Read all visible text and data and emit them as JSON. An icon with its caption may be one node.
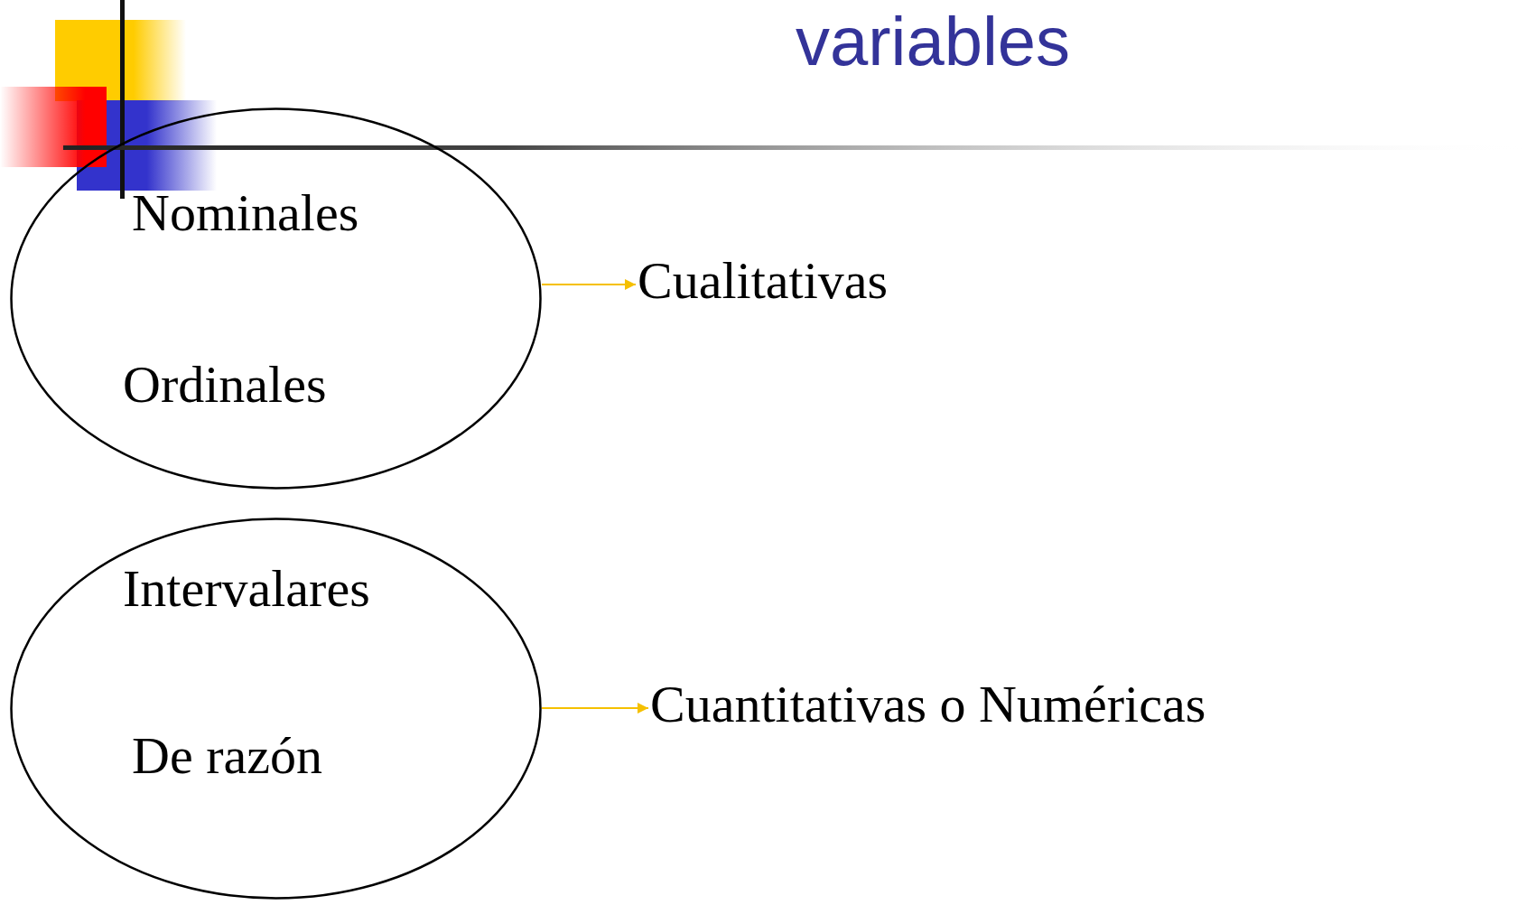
{
  "diagram": {
    "title": "variables",
    "nodes": [
      {
        "text": [
          "Nominales",
          "Ordinales"
        ]
      },
      {
        "text": [
          "Cualitativas"
        ]
      },
      {
        "text": [
          "Intervalares",
          "De razón"
        ]
      },
      {
        "text": [
          "Cuantitativas o Numéricas"
        ]
      }
    ],
    "edges": [
      {
        "from": 0,
        "to": 1,
        "arrow": "to"
      },
      {
        "from": 2,
        "to": 3,
        "arrow": "to"
      }
    ]
  }
}
